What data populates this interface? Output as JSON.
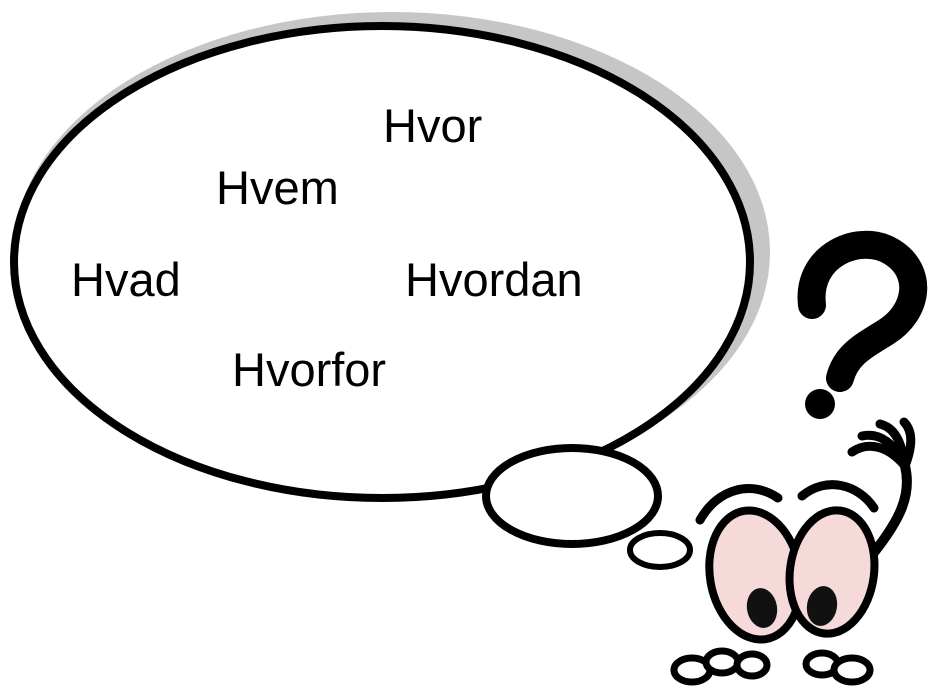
{
  "bubble": {
    "words": [
      {
        "id": "hvor",
        "text": "Hvor"
      },
      {
        "id": "hvem",
        "text": "Hvem"
      },
      {
        "id": "hvad",
        "text": "Hvad"
      },
      {
        "id": "hvordan",
        "text": "Hvordan"
      },
      {
        "id": "hvorfor",
        "text": "Hvorfor"
      }
    ]
  },
  "character": {
    "symbol": "?",
    "eye_color": "#f6dada",
    "outline_color": "#000000",
    "shadow_color": "#c8c8c8"
  }
}
